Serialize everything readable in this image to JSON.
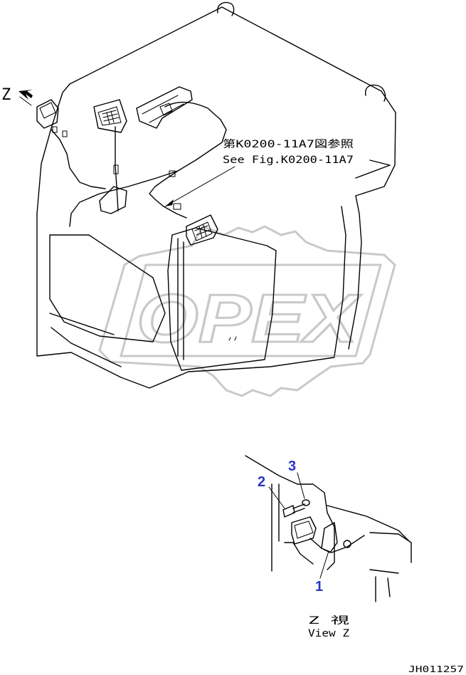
{
  "reference": {
    "jp": "第K0200-11A7図参照",
    "en": "See Fig.K0200-11A7"
  },
  "view_arrow_label": "Z",
  "watermark": "OPEX",
  "callouts": [
    "1",
    "2",
    "3"
  ],
  "view_caption": {
    "jp": "Z 視",
    "en": "View Z"
  },
  "drawing_number": "JH011257",
  "colors": {
    "callout": "#2b35c9",
    "watermark": "#c9c9c9",
    "line": "#000000"
  }
}
